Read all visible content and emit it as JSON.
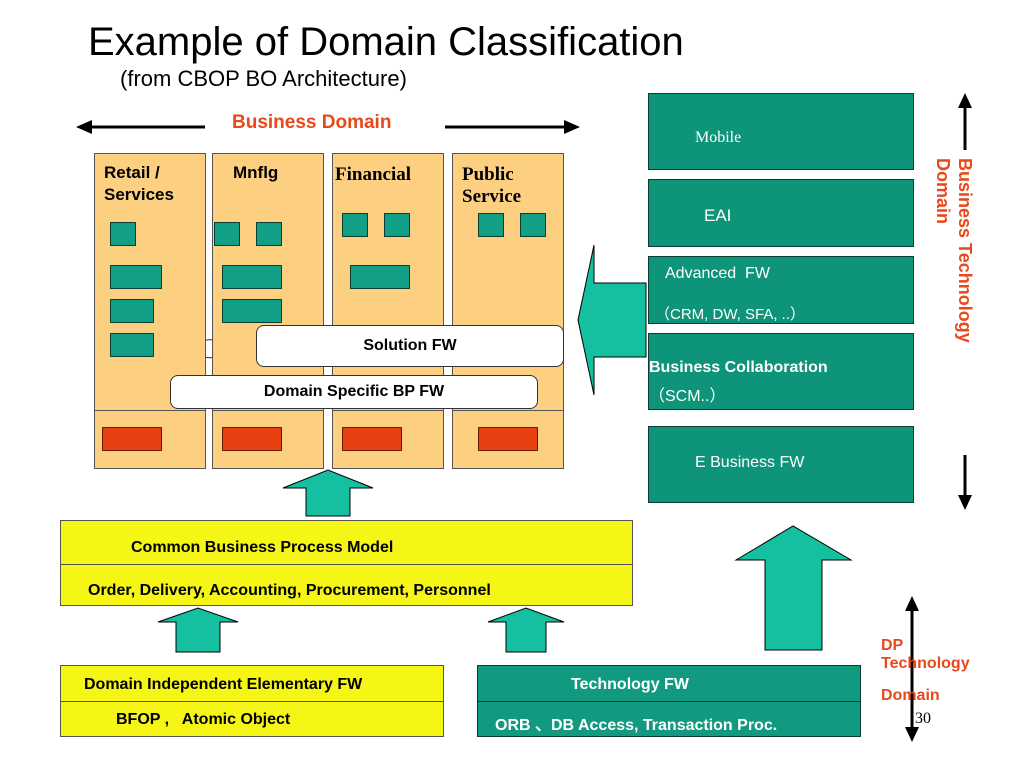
{
  "title": "Example of Domain Classification",
  "subtitle": "(from CBOP BO Architecture)",
  "business_domain_label": "Business Domain",
  "columns": [
    "Retail / Services",
    "Mnflg",
    "Financial",
    "Public Service"
  ],
  "callouts": {
    "solution_fw": "Solution FW",
    "domain_specific_bp_fw": "Domain Specific BP FW"
  },
  "common_model": {
    "title": "Common  Business Process Model",
    "items": "Order, Delivery, Accounting,  Procurement, Personnel"
  },
  "domain_independent": {
    "title": "Domain Independent Elementary FW",
    "items": "BFOP ,   Atomic Object"
  },
  "technology_fw": {
    "title": "Technology FW",
    "items": "ORB 、DB Access, Transaction Proc."
  },
  "right_stack": {
    "mobile": "Mobile",
    "eai": "EAI",
    "advanced_title": "Advanced  FW",
    "advanced_items": "（CRM, DW, SFA, ..）",
    "collab_title": "Business Collaboration",
    "collab_items": "（SCM..）",
    "ebusiness": "E Business FW"
  },
  "bt_domain_line1": "Business Technology",
  "bt_domain_line2": "Domain",
  "dp_domain": {
    "line1": "DP",
    "line2": "Technology",
    "line3": "Domain"
  },
  "page_number": "30"
}
